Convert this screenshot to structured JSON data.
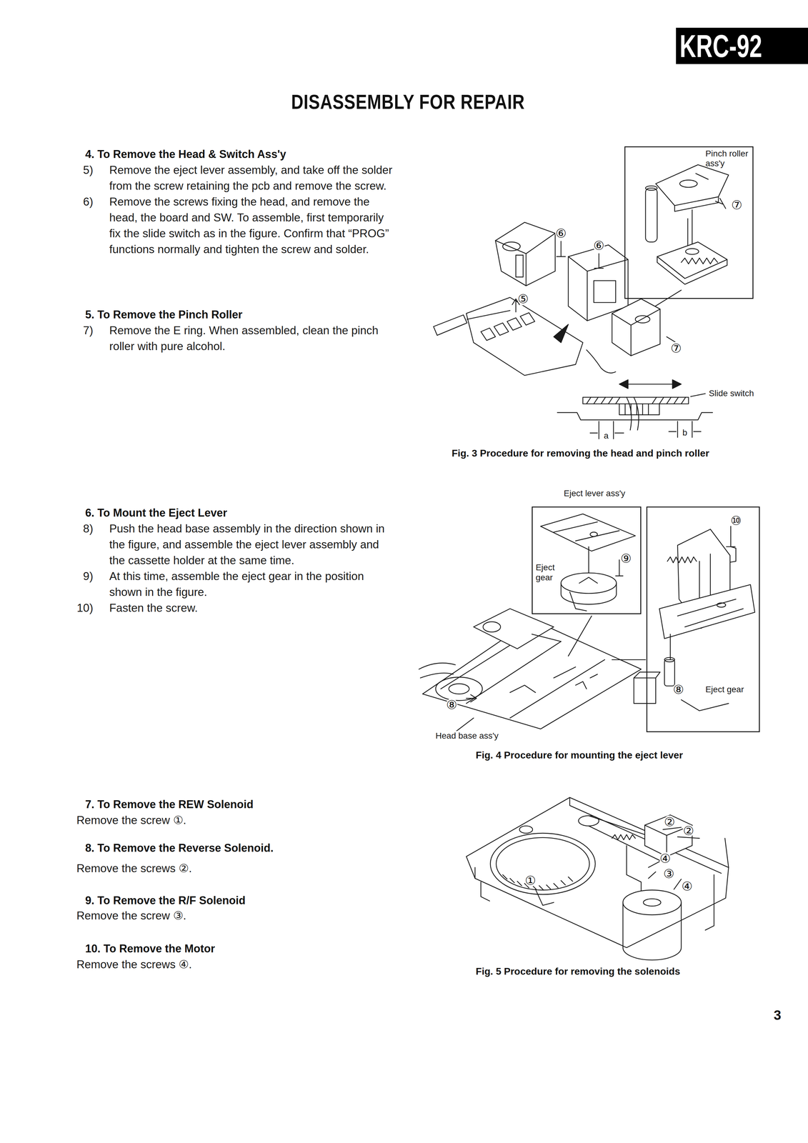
{
  "diagram": {
    "title": "DISASSEMBLY FOR REPAIR",
    "nodes": [
      {
        "text": [
          "KRC-92"
        ]
      },
      {
        "text": [
          "Pinch roller ass'y",
          "⑦"
        ]
      },
      {
        "text": [
          "Eject gear",
          "⑨"
        ]
      },
      {
        "text": [
          "⑩",
          "⑧",
          "Eject gear"
        ]
      }
    ],
    "labels": [
      "4. To Remove the Head & Switch Ass'y",
      "5)",
      "Remove the eject lever assembly, and take off the solder from the screw retaining the pcb and remove the screw.",
      "6)",
      "Remove the screws fixing the head, and remove the head, the board and SW. To assemble, first temporarily fix the slide switch as in the figure. Confirm that “PROG” functions normally and tighten the screw and solder.",
      "5. To Remove the Pinch Roller",
      "7)",
      "Remove the E ring. When assembled, clean the pinch roller with pure alcohol.",
      "6. To Mount the Eject Lever",
      "8)",
      "Push the head base assembly in the direction shown in the figure, and assemble the eject lever assembly and the cassette holder at the same time.",
      "9)",
      "At this time, assemble the eject gear in the position shown in the figure.",
      "10)",
      "Fasten the screw.",
      "7. To Remove the REW Solenoid",
      "Remove the screw ①.",
      "8. To Remove the Reverse Solenoid.",
      "Remove the screws ②.",
      "9. To Remove the R/F Solenoid",
      "Remove the screw ③.",
      "10. To Remove the Motor",
      "Remove the screws ④.",
      "⑥",
      "⑥",
      "⑤",
      "⑦",
      "Slide switch",
      "a",
      "b",
      "Fig. 3 Procedure for removing the head and pinch roller",
      "Eject lever ass'y",
      "⑧",
      "Head base ass'y",
      "Fig. 4 Procedure for mounting the eject lever",
      "②",
      "②",
      "④",
      "①",
      "③",
      "④",
      "Fig. 5 Procedure for removing the solenoids",
      "3"
    ]
  }
}
